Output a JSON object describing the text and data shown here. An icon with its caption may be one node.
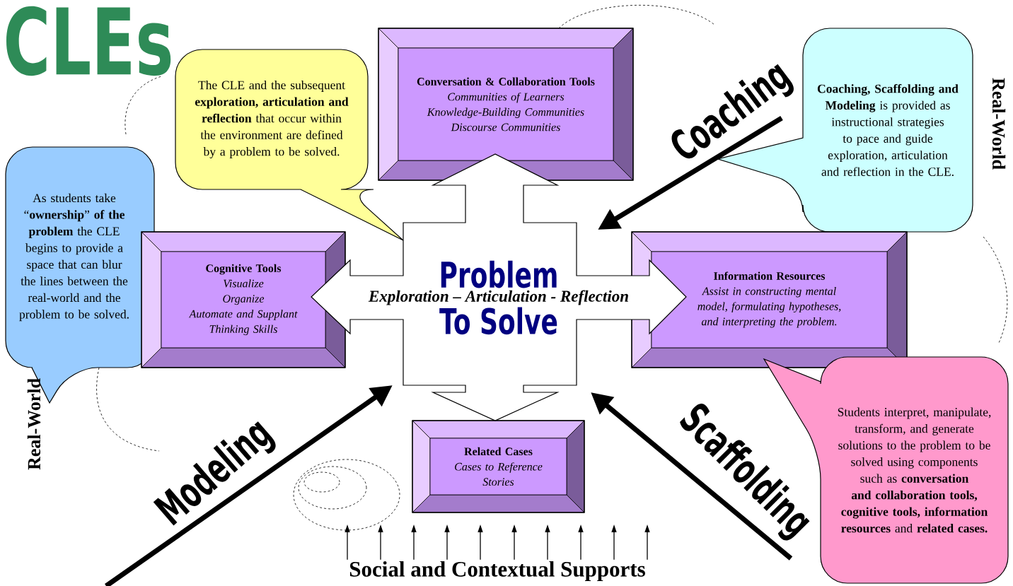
{
  "diagram": {
    "title": "CLEs",
    "nodes": [
      {
        "text": [
          "The CLE and the subsequent **exploration, articulation and reflection** that occur within the environment are defined by a problem to be solved."
        ]
      },
      {
        "text": [
          "Conversation & Collaboration Tools",
          "Communities of Learners",
          "Knowledge-Building Communities",
          "Discourse Communities"
        ]
      },
      {
        "text": [
          "**Coaching, Scaffolding and Modeling** is provided as instructional strategies to pace and guide exploration, articulation and reflection in the CLE."
        ]
      },
      {
        "text": [
          "As students take “**ownership**” **of the problem** the CLE begins to provide a space that can blur the lines between the real-world and the problem to be solved."
        ]
      },
      {
        "text": [
          "Cognitive Tools",
          "Visualize",
          "Organize",
          "Automate and Supplant Thinking Skills"
        ]
      },
      {
        "text": [
          "Problem",
          "Exploration – Articulation - Reflection",
          "To Solve"
        ]
      },
      {
        "text": [
          "Information Resources",
          "Assist in constructing mental model, formulating hypotheses, and interpreting the problem."
        ]
      },
      {
        "text": [
          "Students interpret, manipulate, transform, and generate solutions to the problem to be solved using components such as **conversation and collaboration tools, cognitive tools, information resources** and **related cases.**"
        ]
      },
      {
        "text": [
          "Related Cases",
          "Cases to Reference",
          "Stories"
        ]
      },
      {
        "text": [
          "Social and Contextual Supports"
        ]
      }
    ],
    "edges": [
      {
        "from": null,
        "to": 5,
        "arrow": "to",
        "label": "Coaching",
        "style": "thick"
      },
      {
        "from": null,
        "to": 5,
        "arrow": "to",
        "label": "Modeling",
        "style": "thick"
      },
      {
        "from": null,
        "to": 5,
        "arrow": "to",
        "label": "Scaffolding",
        "style": "thick"
      },
      {
        "from": 9,
        "to": null,
        "arrow": "to"
      },
      {
        "from": 9,
        "to": null,
        "arrow": "to"
      },
      {
        "from": 9,
        "to": null,
        "arrow": "to"
      },
      {
        "from": 9,
        "to": null,
        "arrow": "to"
      },
      {
        "from": 9,
        "to": null,
        "arrow": "to"
      },
      {
        "from": 9,
        "to": null,
        "arrow": "to"
      },
      {
        "from": 9,
        "to": null,
        "arrow": "to"
      },
      {
        "from": 9,
        "to": null,
        "arrow": "to"
      },
      {
        "from": 9,
        "to": null,
        "arrow": "to"
      },
      {
        "from": 9,
        "to": null,
        "arrow": "to"
      }
    ],
    "labels": [
      "Real-World",
      "Real-World"
    ]
  }
}
